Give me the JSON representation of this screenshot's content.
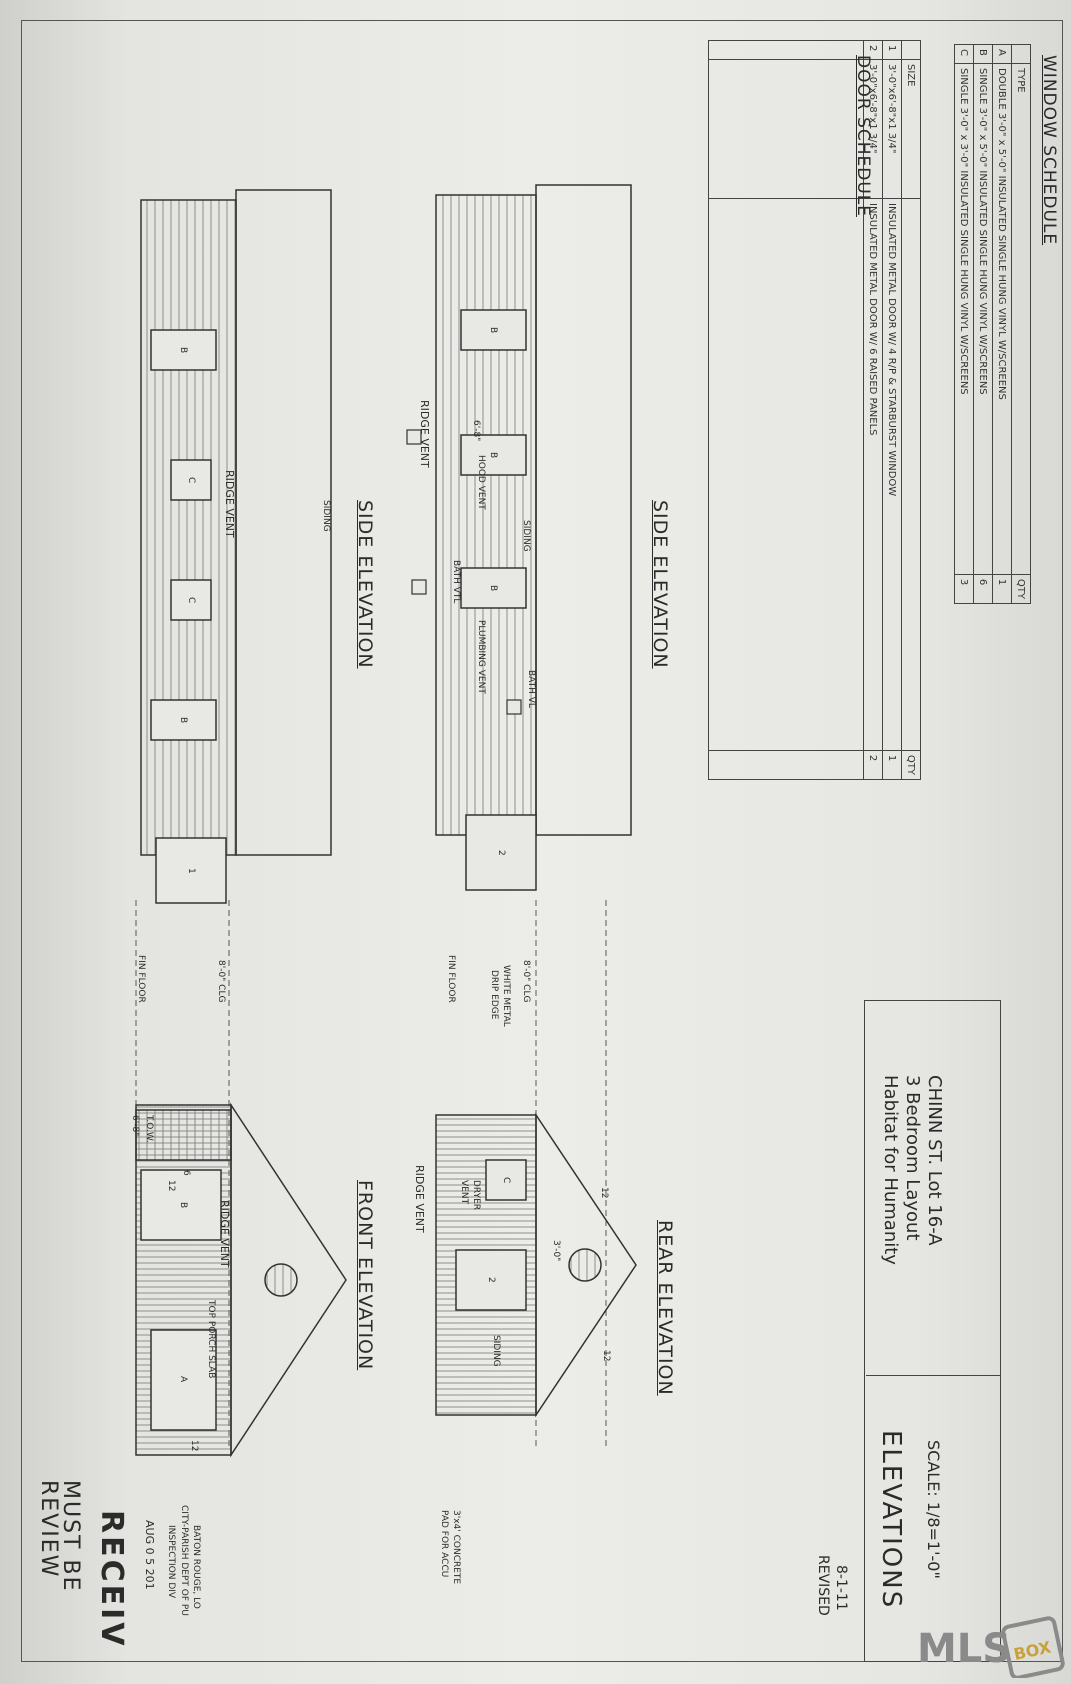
{
  "stamp": {
    "line1": "REVIEW",
    "line2": "MUST BE",
    "received": "RECEIV",
    "date": "AUG 0 5 201",
    "div1": "INSPECTION DIV",
    "div2": "CITY-PARISH DEPT OF PU",
    "div3": "BATON ROUGE, LO"
  },
  "elevations": {
    "side_top": "SIDE ELEVATION",
    "side_bottom": "SIDE ELEVATION",
    "front": "FRONT ELEVATION",
    "rear": "REAR ELEVATION"
  },
  "labels": {
    "ridge_vent": "RIDGE VENT",
    "siding": "SIDING",
    "clg": "8'-0\" CLG",
    "fin_floor": "FIN FLOOR",
    "tow": "T.O.W.",
    "tow_dim": "6'-8\"",
    "top_porch_slab": "TOP PORCH SLAB",
    "hood_vent": "HOOD VENT",
    "bath_vtl": "BATH VTL",
    "plumbing_vent": "PLUMBING VENT",
    "bath_vl": "BATH VL",
    "drip_edge1": "WHITE METAL",
    "drip_edge2": "DRIP EDGE",
    "dryer_vent1": "DRYER",
    "dryer_vent2": "VENT",
    "concrete1": "3'x4' CONCRETE",
    "concrete2": "PAD FOR ACCU",
    "dim_6_8": "6'-8\"",
    "dim_3_0": "3'-0\"",
    "pitch": "12",
    "pitch_rise": "6",
    "tag_a": "A",
    "tag_b": "B",
    "tag_c": "C",
    "tag_1": "1",
    "tag_2": "2"
  },
  "window_schedule": {
    "title": "WINDOW SCHEDULE",
    "col_type": "TYPE",
    "col_qty": "QTY",
    "rows": [
      {
        "mark": "A",
        "type": "DOUBLE 3'-0\" x 5'-0\" INSULATED SINGLE HUNG VINYL W/SCREENS",
        "qty": "1"
      },
      {
        "mark": "B",
        "type": "SINGLE 3'-0\" x 5'-0\" INSULATED SINGLE HUNG VINYL W/SCREENS",
        "qty": "6"
      },
      {
        "mark": "C",
        "type": "SINGLE 3'-0\" x 3'-0\" INSULATED SINGLE HUNG VINYL W/SCREENS",
        "qty": "3"
      }
    ]
  },
  "door_schedule": {
    "title": "DOOR SCHEDULE",
    "col_size": "SIZE",
    "col_qty": "QTY",
    "rows": [
      {
        "mark": "1",
        "size": "3'-0\"x6'-8\"x1 3/4\"",
        "type": "INSULATED METAL DOOR W/ 4 R/P & STARBURST WINDOW",
        "qty": "1"
      },
      {
        "mark": "2",
        "size": "3'-0\"x6'-8\"x1 3/4\"",
        "type": "INSULATED METAL DOOR W/ 6 RAISED PANELS",
        "qty": "2"
      }
    ]
  },
  "title_block": {
    "line1": "Habitat for Humanity",
    "line2": "3 Bedroom Layout",
    "line3": "CHINN ST. Lot 16-A",
    "sheet": "ELEVATIONS",
    "scale": "SCALE: 1/8=1'-0\"",
    "revised": "REVISED",
    "revised_date": "8-1-11"
  },
  "logo": {
    "text": "MLS",
    "badge": "BOX"
  },
  "colors": {
    "paper": "#ecece8",
    "ink": "#2b2b2b",
    "logo_gray": "#8a8a8a",
    "logo_gold": "#c9a13a"
  }
}
